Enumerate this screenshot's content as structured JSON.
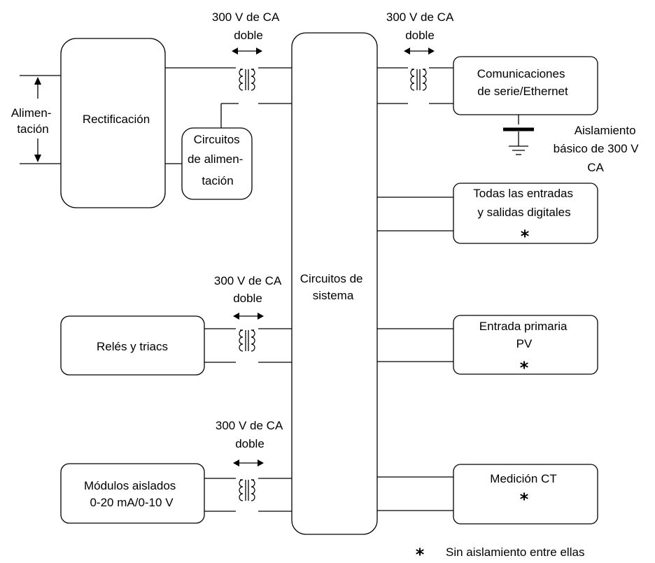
{
  "diagram": {
    "power_label": [
      "Alimen-",
      "tación"
    ],
    "rectification": "Rectificación",
    "power_circuits": [
      "Circuitos",
      "de alimen-",
      "tación"
    ],
    "system_circuits": [
      "Circuitos de",
      "sistema"
    ],
    "comms": [
      "Comunicaciones",
      "de serie/Ethernet"
    ],
    "basic_isolation": [
      "Aislamiento",
      "básico de 300 V",
      "CA"
    ],
    "digital_io": [
      "Todas las entradas",
      "y salidas digitales"
    ],
    "primary_input": [
      "Entrada primaria",
      "PV"
    ],
    "ct_measurement": "Medición CT",
    "relays": "Relés y triacs",
    "isolated_modules": [
      "Módulos aislados",
      "0-20 mA/0-10 V"
    ],
    "double_isolation": [
      "300 V de CA",
      "doble"
    ],
    "asterisk": "*",
    "legend_text": "Sin aislamiento entre ellas"
  }
}
